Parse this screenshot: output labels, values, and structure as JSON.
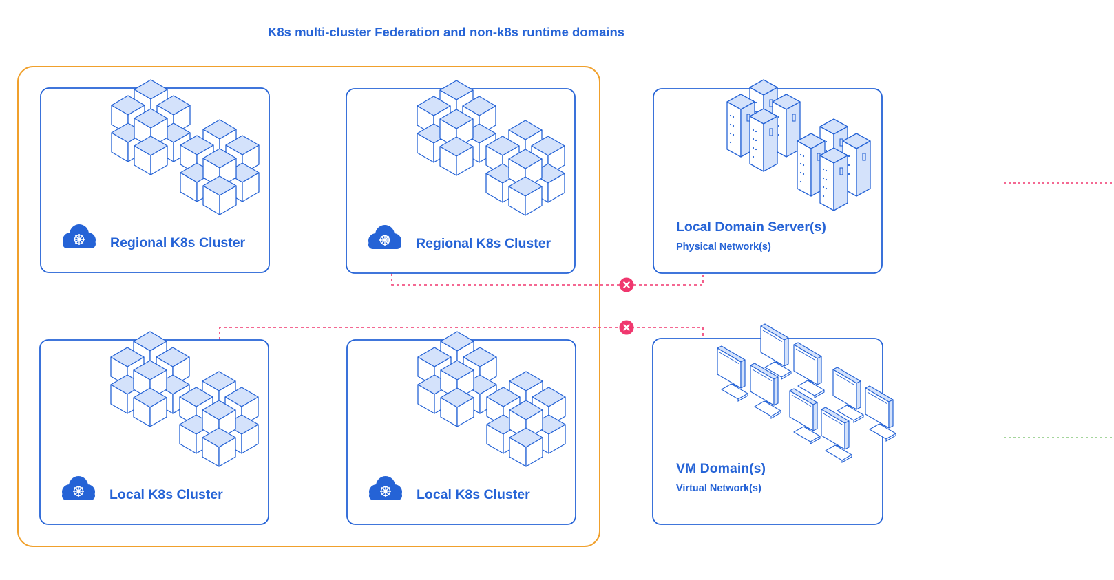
{
  "title": "K8s multi-cluster Federation and non-k8s runtime domains",
  "colors": {
    "primary": "#2563d6",
    "light_fill": "#d4e2fb",
    "federation_border": "#f0a02c",
    "blocked_link": "#f0376e",
    "green_link": "#86c77a",
    "white": "#ffffff"
  },
  "federation": {
    "clusters": [
      {
        "label": "Regional K8s Cluster",
        "icon": "kubernetes-cloud-icon",
        "art": "cube-cluster-icon"
      },
      {
        "label": "Regional K8s Cluster",
        "icon": "kubernetes-cloud-icon",
        "art": "cube-cluster-icon"
      },
      {
        "label": "Local K8s Cluster",
        "icon": "kubernetes-cloud-icon",
        "art": "cube-cluster-icon"
      },
      {
        "label": "Local K8s Cluster",
        "icon": "kubernetes-cloud-icon",
        "art": "cube-cluster-icon"
      }
    ]
  },
  "domains": [
    {
      "label": "Local Domain Server(s)",
      "sublabel": "Physical Network(s)",
      "art": "server-racks-icon"
    },
    {
      "label": "VM Domain(s)",
      "sublabel": "Virtual Network(s)",
      "art": "monitors-icon"
    }
  ],
  "connections": [
    {
      "from": "Regional K8s Cluster",
      "to": "Local Domain Server(s)",
      "status": "blocked",
      "icon": "close-icon"
    },
    {
      "from": "Local K8s Cluster",
      "to": "VM Domain(s)",
      "status": "blocked",
      "icon": "close-icon"
    }
  ]
}
